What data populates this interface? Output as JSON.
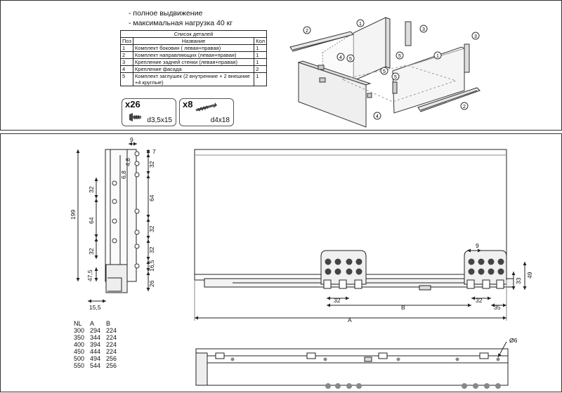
{
  "notes": [
    "- полное выдвижение",
    "- максимальная нагрузка 40 кг"
  ],
  "parts_table": {
    "caption": "Список деталей",
    "headers": [
      "Поз",
      "Название",
      "Кол"
    ],
    "rows": [
      [
        "1",
        "Комплект боковин ( левая+правая)",
        "1"
      ],
      [
        "2",
        "Комплект направляющих (левая+правая)",
        "1"
      ],
      [
        "3",
        "Крепление задней стенки (левая+правая)",
        "1"
      ],
      [
        "4",
        "Крепление фасада",
        "2"
      ],
      [
        "5",
        "Комплект заглушек (2 внутренние + 2 внешние +4 круглые)",
        "1"
      ]
    ]
  },
  "hardware": [
    {
      "qty": "x26",
      "spec": "d3,5x15",
      "icon": "screw-icon"
    },
    {
      "qty": "x8",
      "spec": "d4x18",
      "icon": "screw-icon"
    }
  ],
  "callouts": [
    "1",
    "2",
    "3",
    "4",
    "5"
  ],
  "side_dims": {
    "d9": "9",
    "d7": "7",
    "d4_8": "4,8",
    "d6_8": "6,8",
    "d32a": "32",
    "d64": "64",
    "d32b": "32",
    "d32c": "32",
    "d16_5": "16,5",
    "d26": "26",
    "d199": "199",
    "d32l1": "32",
    "d64l": "64",
    "d32l2": "32",
    "d47_5": "47,5",
    "d15_5": "15,5"
  },
  "front_dims": {
    "d9": "9",
    "d33": "33",
    "d49": "49",
    "d32a": "32",
    "d32b": "32",
    "d35": "35",
    "B": "B",
    "A": "A"
  },
  "bottom_dims": {
    "d6": "Ø6"
  },
  "size_table": {
    "headers": [
      "NL",
      "A",
      "B"
    ],
    "rows": [
      [
        "300",
        "294",
        "224"
      ],
      [
        "350",
        "344",
        "224"
      ],
      [
        "400",
        "394",
        "224"
      ],
      [
        "450",
        "444",
        "224"
      ],
      [
        "500",
        "494",
        "256"
      ],
      [
        "550",
        "544",
        "256"
      ]
    ]
  }
}
